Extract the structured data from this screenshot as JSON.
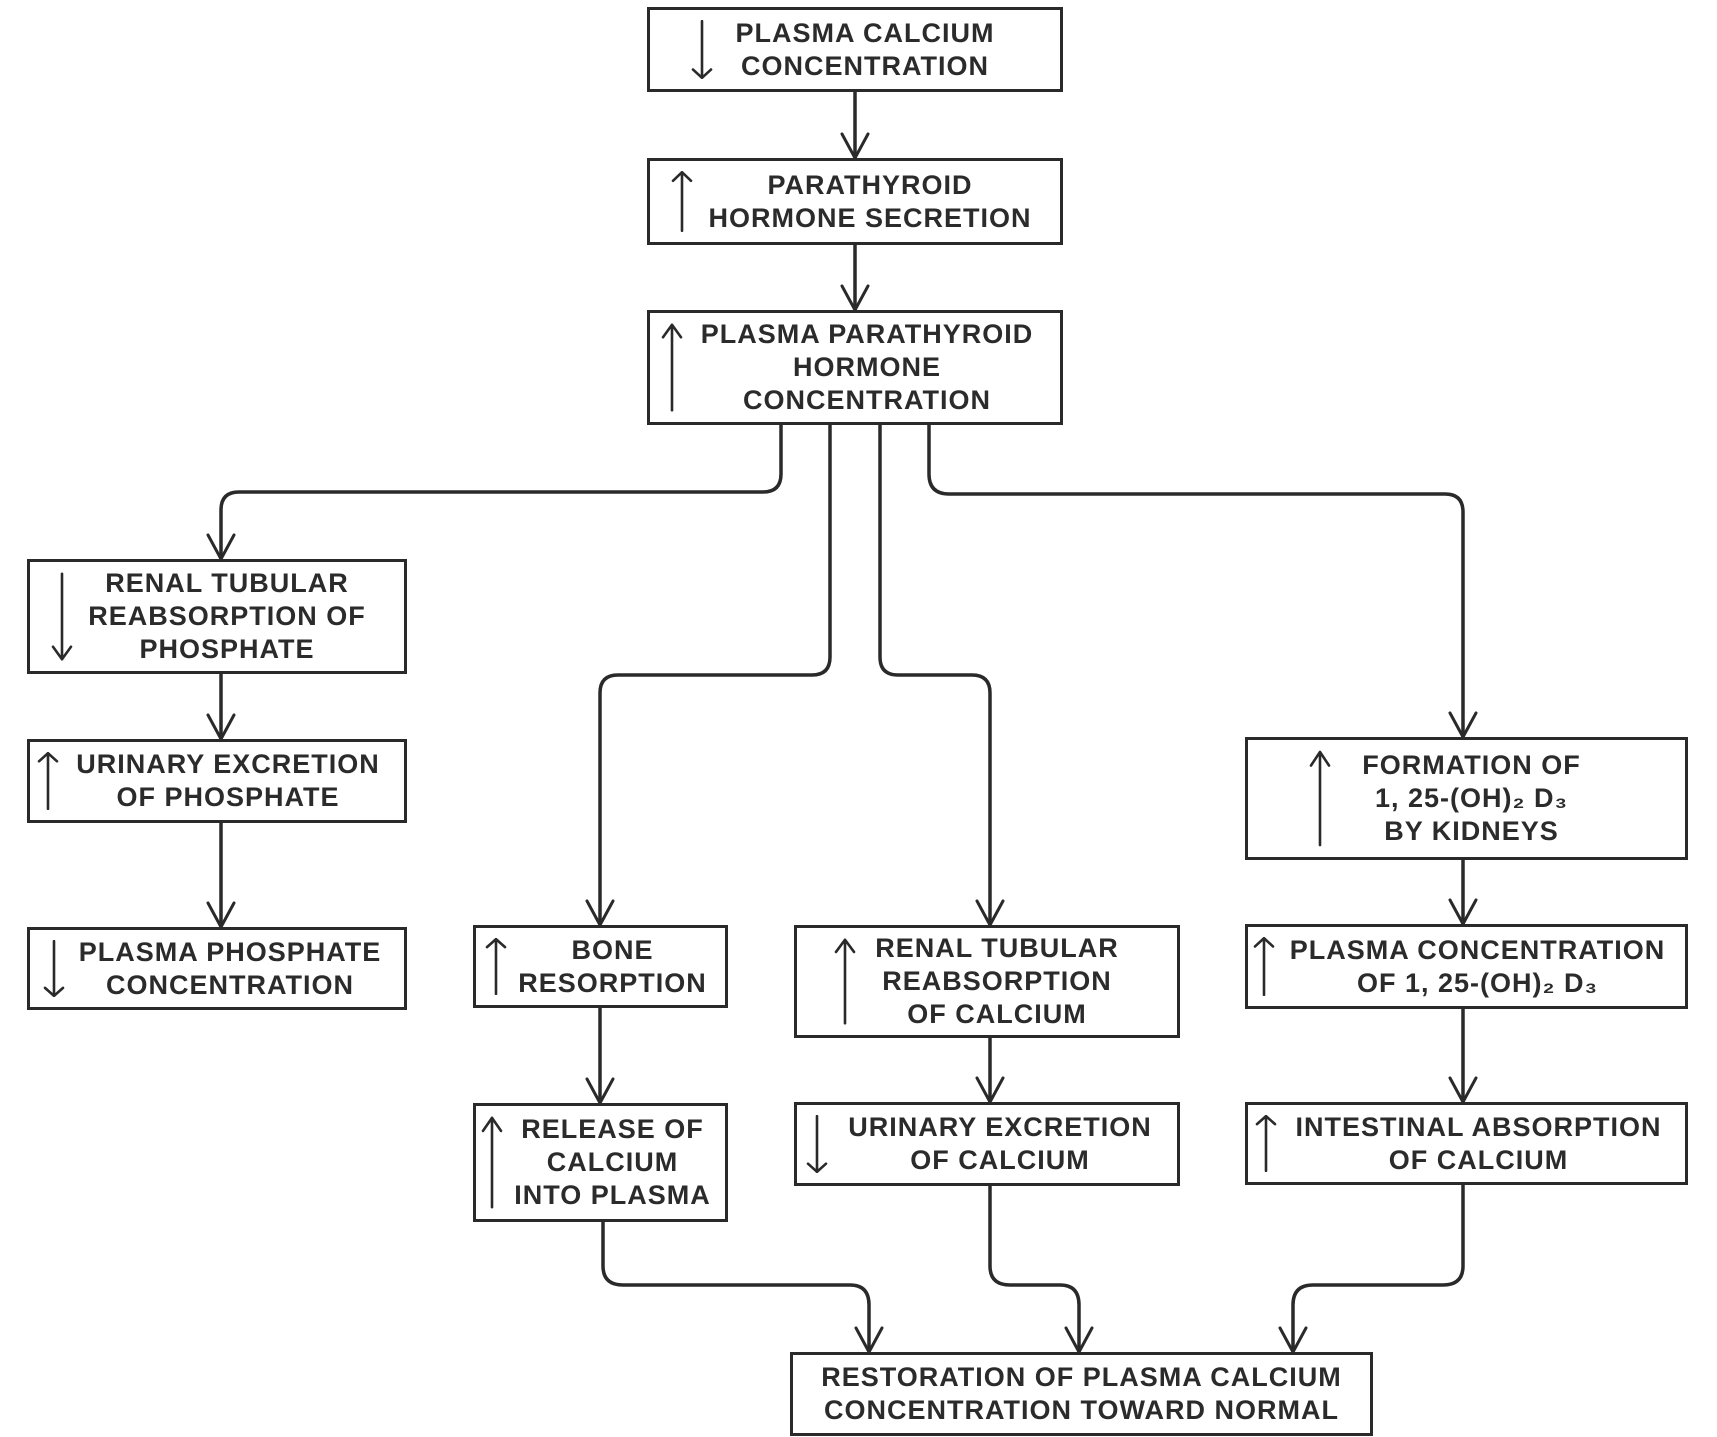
{
  "diagram": {
    "nodes": [
      {
        "id": "plasma-calcium",
        "direction": "down",
        "label": "PLASMA CALCIUM\nCONCENTRATION"
      },
      {
        "id": "pth-secretion",
        "direction": "up",
        "label": "PARATHYROID\nHORMONE SECRETION"
      },
      {
        "id": "plasma-pth",
        "direction": "up",
        "label": "PLASMA PARATHYROID\nHORMONE\nCONCENTRATION"
      },
      {
        "id": "renal-phosphate",
        "direction": "down",
        "label": "RENAL TUBULAR\nREABSORPTION OF\nPHOSPHATE"
      },
      {
        "id": "urinary-phosphate",
        "direction": "up",
        "label": "URINARY EXCRETION\nOF PHOSPHATE"
      },
      {
        "id": "plasma-phosphate",
        "direction": "down",
        "label": "PLASMA PHOSPHATE\nCONCENTRATION"
      },
      {
        "id": "bone-resorption",
        "direction": "up",
        "label": "BONE\nRESORPTION"
      },
      {
        "id": "release-calcium",
        "direction": "up",
        "label": "RELEASE OF\nCALCIUM\nINTO PLASMA"
      },
      {
        "id": "renal-calcium",
        "direction": "up",
        "label": "RENAL TUBULAR\nREABSORPTION\nOF CALCIUM"
      },
      {
        "id": "urinary-calcium",
        "direction": "down",
        "label": "URINARY EXCRETION\nOF CALCIUM"
      },
      {
        "id": "formation-d3",
        "direction": "up",
        "label": "FORMATION OF\n1, 25-(OH)₂ D₃\nBY KIDNEYS"
      },
      {
        "id": "plasma-d3",
        "direction": "up",
        "label": "PLASMA CONCENTRATION\nOF 1, 25-(OH)₂ D₃"
      },
      {
        "id": "intestinal-calcium",
        "direction": "up",
        "label": "INTESTINAL ABSORPTION\nOF CALCIUM"
      },
      {
        "id": "restoration",
        "direction": "none",
        "label": "RESTORATION OF PLASMA CALCIUM\nCONCENTRATION TOWARD NORMAL"
      }
    ],
    "edges": [
      [
        "plasma-calcium",
        "pth-secretion"
      ],
      [
        "pth-secretion",
        "plasma-pth"
      ],
      [
        "plasma-pth",
        "renal-phosphate"
      ],
      [
        "plasma-pth",
        "bone-resorption"
      ],
      [
        "plasma-pth",
        "renal-calcium"
      ],
      [
        "plasma-pth",
        "formation-d3"
      ],
      [
        "renal-phosphate",
        "urinary-phosphate"
      ],
      [
        "urinary-phosphate",
        "plasma-phosphate"
      ],
      [
        "bone-resorption",
        "release-calcium"
      ],
      [
        "renal-calcium",
        "urinary-calcium"
      ],
      [
        "formation-d3",
        "plasma-d3"
      ],
      [
        "plasma-d3",
        "intestinal-calcium"
      ],
      [
        "release-calcium",
        "restoration"
      ],
      [
        "urinary-calcium",
        "restoration"
      ],
      [
        "intestinal-calcium",
        "restoration"
      ]
    ],
    "colors": {
      "line": "#2a2a2a",
      "text": "#2b2b2b",
      "background": "#ffffff"
    }
  }
}
